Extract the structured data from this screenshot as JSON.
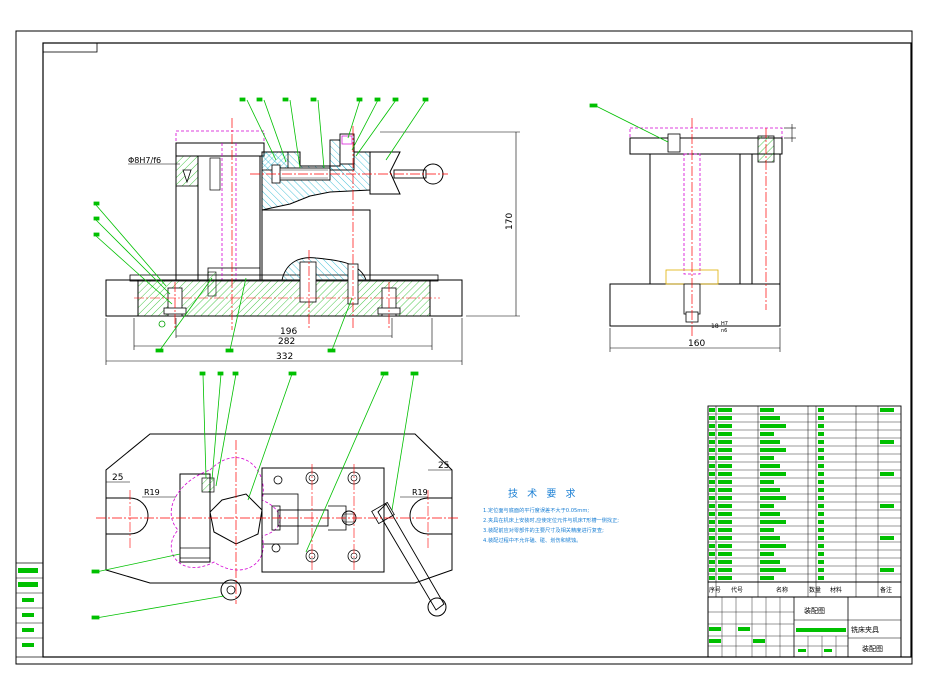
{
  "dimensions": {
    "fit_front": "Φ8H7/f6",
    "height_170": "170",
    "len_196": "196",
    "len_282": "282",
    "len_332": "332",
    "side_width": "160",
    "side_fit_num": "H7",
    "side_fit_den": "n6",
    "side_fit_d": "18",
    "top_left_25": "25",
    "top_right_25": "25",
    "top_left_r": "R19",
    "top_right_r": "R19"
  },
  "technical_requirements": {
    "title": "技 术 要 求",
    "lines": [
      "1.定位面与底面的平行度误差不大于0.05mm;",
      "2.夹具在机床上安装时,应使定位元件与机床T形槽一侧找正;",
      "3.装配前应对零部件的主要尺寸及相关精度进行复查;",
      "4.装配过程中不允许磕、碰、划伤和锈蚀。"
    ]
  },
  "title_block": {
    "drawing_name": "装配图",
    "product_name": "铣床夹具",
    "sheet_label": "装配图",
    "header_cols": [
      "序号",
      "代号",
      "名称",
      "数量",
      "材料",
      "备注"
    ]
  },
  "colors": {
    "outline": "#000000",
    "callout": "#00c000",
    "centerline": "#ff0000",
    "hidden": "#d400d4",
    "hatch_green": "#00b000",
    "hatch_cyan": "#00a8c8",
    "text_blue": "#1a7fd4",
    "dim": "#000000"
  }
}
